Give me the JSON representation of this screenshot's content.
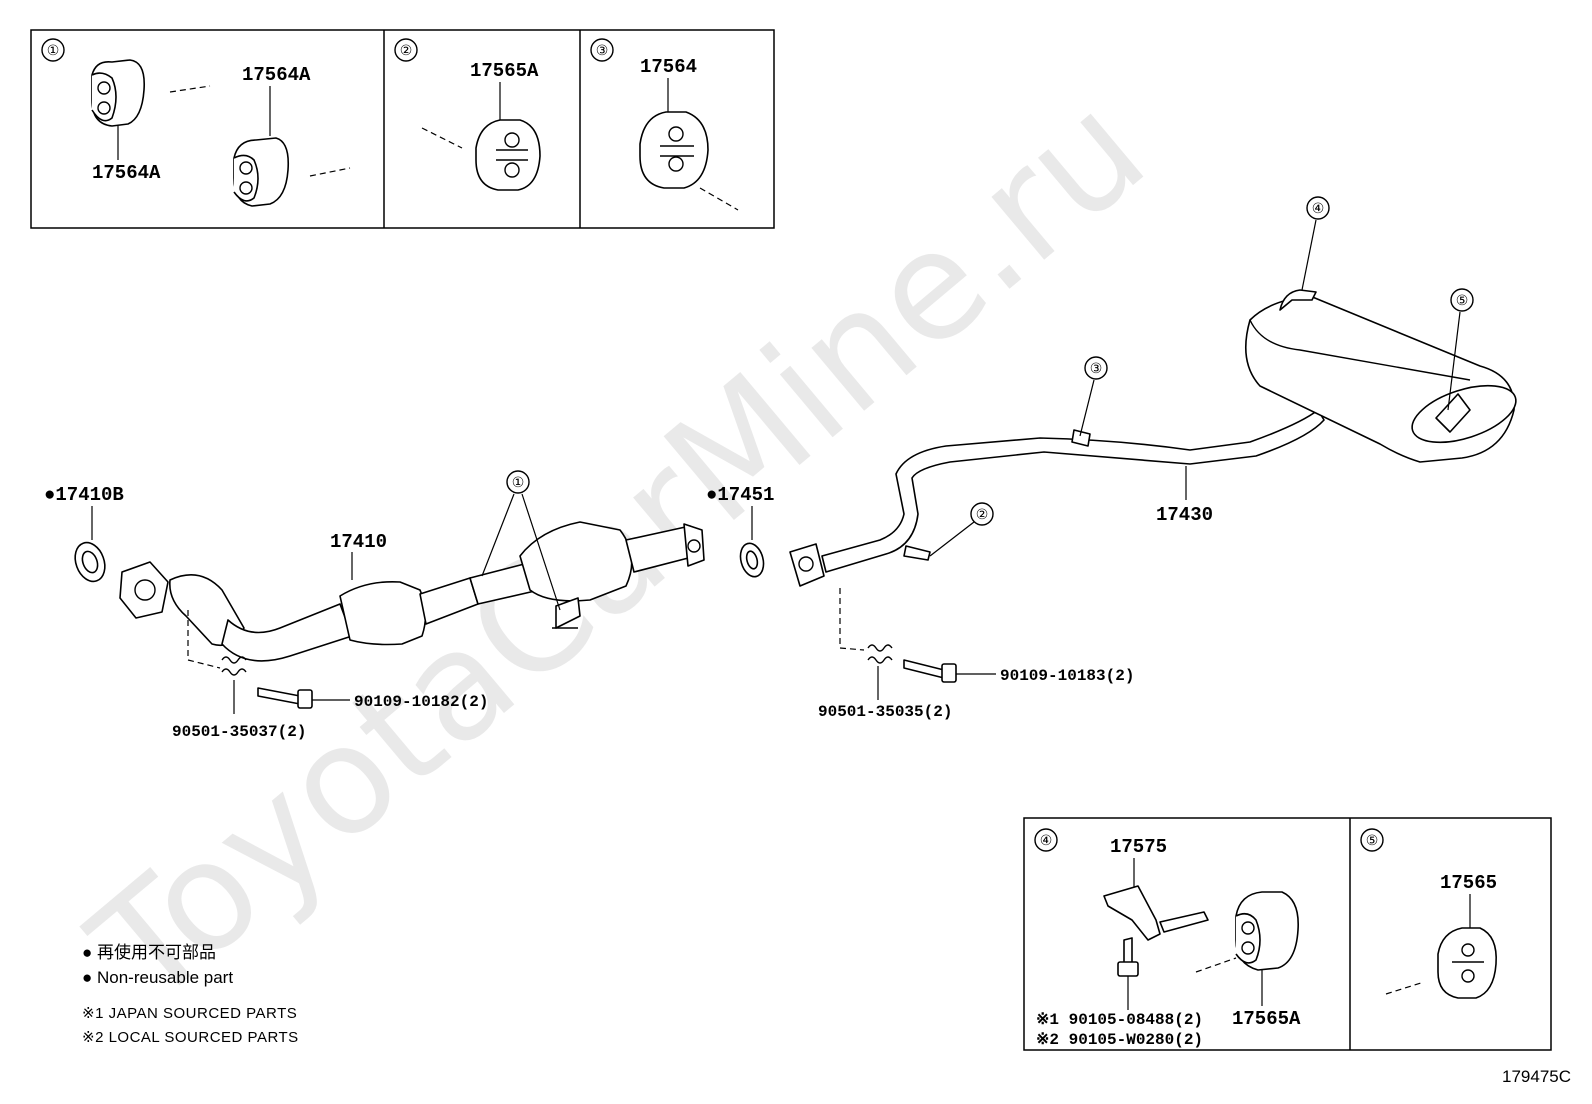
{
  "watermark": "ToyotaCarMine.ru",
  "diagram_id": "179475C",
  "inset_top": [
    {
      "num": "①",
      "labels": [
        "17564A",
        "17564A"
      ]
    },
    {
      "num": "②",
      "labels": [
        "17565A"
      ]
    },
    {
      "num": "③",
      "labels": [
        "17564"
      ]
    }
  ],
  "inset_bottom": [
    {
      "num": "④",
      "labels": [
        "17575",
        "17565A"
      ],
      "notes": [
        "※1 90105-08488(2)",
        "※2 90105-W0280(2)"
      ]
    },
    {
      "num": "⑤",
      "labels": [
        "17565"
      ]
    }
  ],
  "main_labels": {
    "gasket_front": "●17410B",
    "front_pipe": "17410",
    "gasket_mid": "●17451",
    "tail_pipe": "17430",
    "bolt_front": "90109-10182(2)",
    "spring_front": "90501-35037(2)",
    "bolt_rear": "90109-10183(2)",
    "spring_rear": "90501-35035(2)"
  },
  "callouts": [
    "①",
    "②",
    "③",
    "④",
    "⑤"
  ],
  "legend": {
    "jp": "● 再使用不可部品",
    "en": "● Non-reusable part",
    "note1": "※1 JAPAN SOURCED PARTS",
    "note2": "※2 LOCAL SOURCED PARTS"
  }
}
